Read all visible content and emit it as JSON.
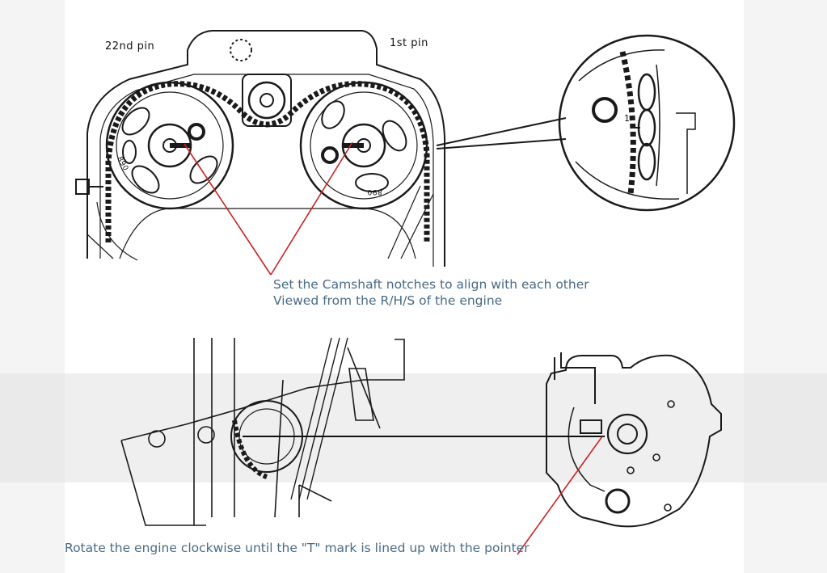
{
  "labels": {
    "pin_22": "22nd pin",
    "pin_1": "1st pin",
    "arrow_mark": "1",
    "mark_890_left": "890",
    "mark_890_right": "890"
  },
  "captions": {
    "camshaft_line1": "Set the Camshaft notches to align with each other",
    "camshaft_line2": "Viewed from the R/H/S of the engine",
    "rotate": "Rotate the engine clockwise until the \"T\" mark is lined up with the pointer"
  },
  "colors": {
    "annotation_line": "#cc2222",
    "caption_text": "#4a6a86",
    "drawing": "#1a1a1a"
  }
}
